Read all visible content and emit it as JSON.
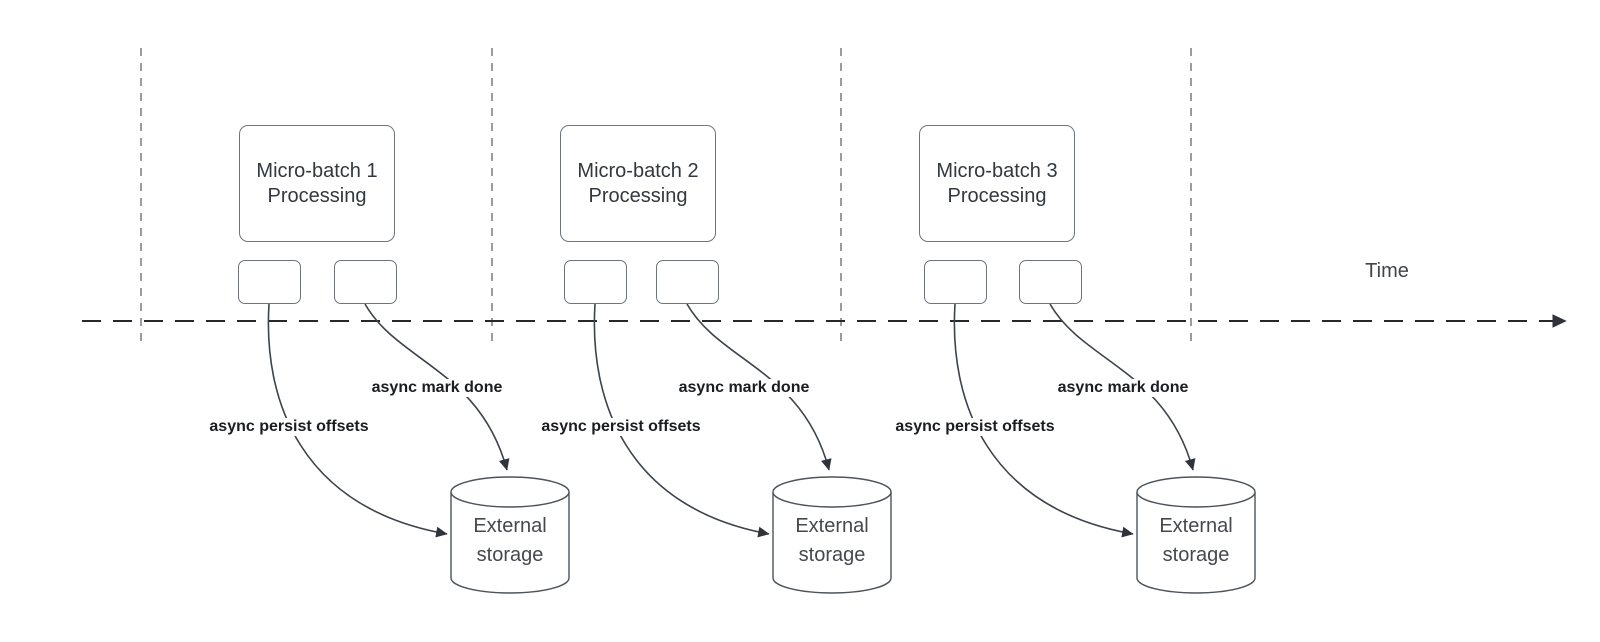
{
  "diagram": {
    "time_axis_label": "Time",
    "sections": [
      {
        "process_box_label": "Micro-batch 1\nProcessing",
        "persist_arrow_label": "async persist offsets",
        "mark_done_arrow_label": "async mark done",
        "storage_label": "External\nstorage"
      },
      {
        "process_box_label": "Micro-batch 2\nProcessing",
        "persist_arrow_label": "async persist offsets",
        "mark_done_arrow_label": "async mark done",
        "storage_label": "External\nstorage"
      },
      {
        "process_box_label": "Micro-batch 3\nProcessing",
        "persist_arrow_label": "async persist offsets",
        "mark_done_arrow_label": "async mark done",
        "storage_label": "External\nstorage"
      }
    ],
    "colors": {
      "curve_stroke": "#3d434b",
      "timeline_stroke": "#26282b",
      "gridline_stroke": "#989ca3",
      "box_border": "#6e747a",
      "box_text": "#33383f",
      "bold_label_text": "#1a1d21"
    }
  }
}
